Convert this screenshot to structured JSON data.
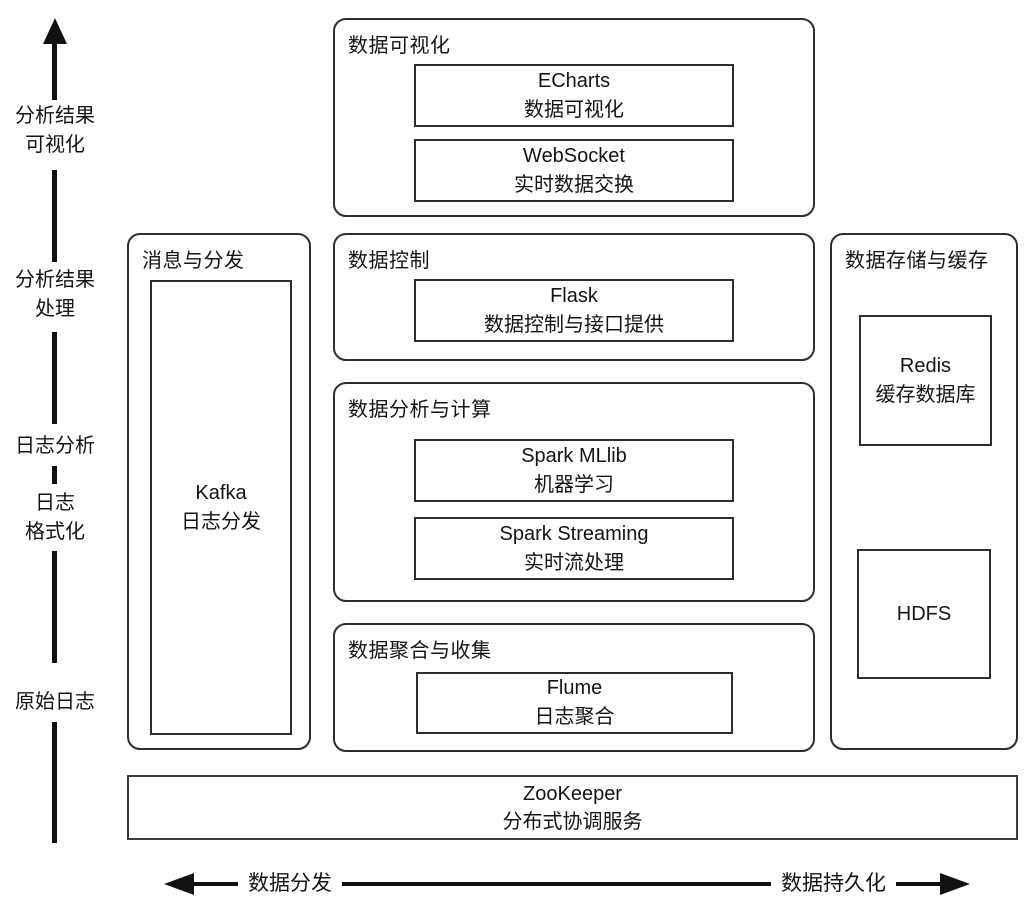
{
  "axis": {
    "labels": [
      {
        "lines": [
          "分析结果",
          "可视化"
        ]
      },
      {
        "lines": [
          "分析结果",
          "处理"
        ]
      },
      {
        "lines": [
          "日志分析"
        ]
      },
      {
        "lines": [
          "日志",
          "格式化"
        ]
      },
      {
        "lines": [
          "原始日志"
        ]
      }
    ]
  },
  "groups": {
    "visualization": {
      "title": "数据可视化",
      "items": [
        {
          "name": "ECharts",
          "desc": "数据可视化"
        },
        {
          "name": "WebSocket",
          "desc": "实时数据交换"
        }
      ]
    },
    "messaging": {
      "title": "消息与分发",
      "items": [
        {
          "name": "Kafka",
          "desc": "日志分发"
        }
      ]
    },
    "control": {
      "title": "数据控制",
      "items": [
        {
          "name": "Flask",
          "desc": "数据控制与接口提供"
        }
      ]
    },
    "storage": {
      "title": "数据存储与缓存",
      "items": [
        {
          "name": "Redis",
          "desc": "缓存数据库"
        },
        {
          "name": "HDFS"
        }
      ]
    },
    "analysis": {
      "title": "数据分析与计算",
      "items": [
        {
          "name": "Spark MLlib",
          "desc": "机器学习"
        },
        {
          "name": "Spark Streaming",
          "desc": "实时流处理"
        }
      ]
    },
    "collection": {
      "title": "数据聚合与收集",
      "items": [
        {
          "name": "Flume",
          "desc": "日志聚合"
        }
      ]
    },
    "coordination": {
      "name": "ZooKeeper",
      "desc": "分布式协调服务"
    }
  },
  "bottom_arrow": {
    "left_label": "数据分发",
    "right_label": "数据持久化"
  },
  "colors": {
    "line": "#111111",
    "border": "#2e2e2e",
    "background": "#ffffff"
  }
}
